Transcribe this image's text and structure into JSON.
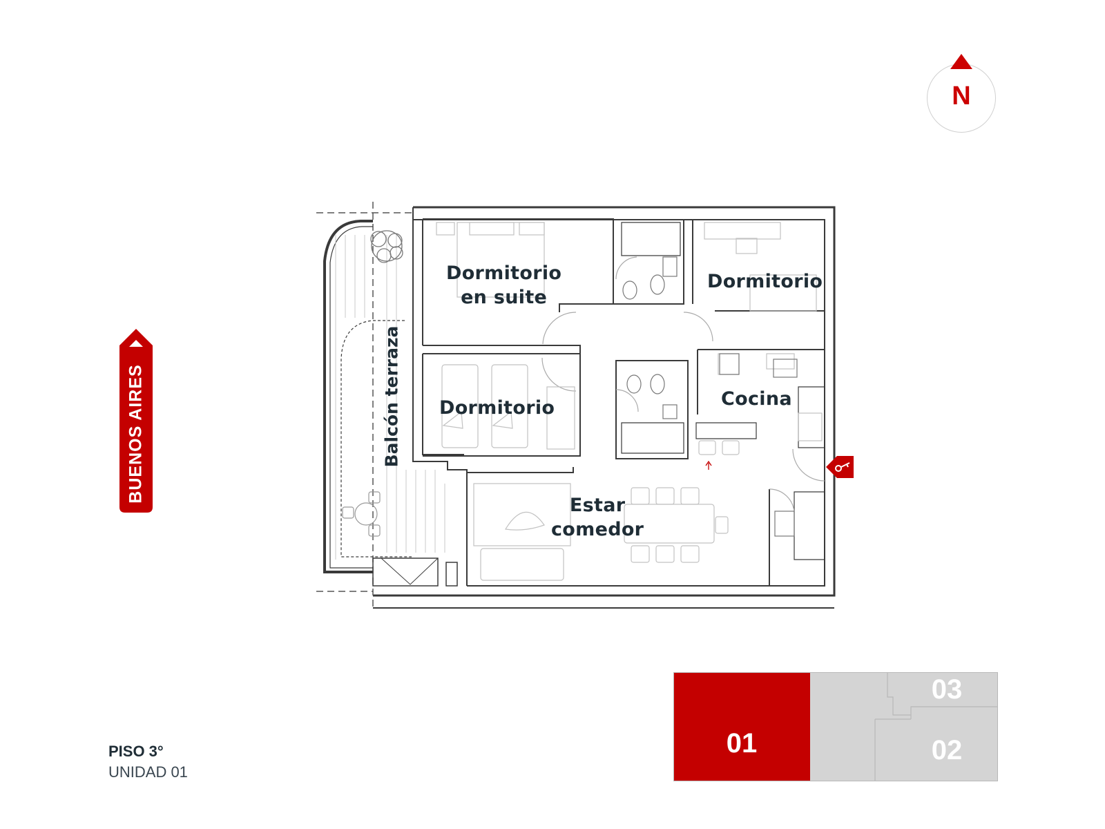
{
  "compass": {
    "letter": "N",
    "icon": "north-arrow-icon"
  },
  "street": {
    "label": "BUENOS AIRES",
    "icon": "street-tag-icon"
  },
  "rooms": {
    "suite_line1": "Dormitorio",
    "suite_line2": "en suite",
    "bedroom_ne": "Dormitorio",
    "bedroom_w": "Dormitorio",
    "kitchen": "Cocina",
    "living_line1": "Estar",
    "living_line2": "comedor",
    "balcony": "Balcón terraza"
  },
  "entrance": {
    "icon": "key-icon"
  },
  "footer": {
    "floor": "PISO 3°",
    "unit": "UNIDAD 01"
  },
  "keyplan": {
    "units": [
      {
        "number": "01",
        "active": true
      },
      {
        "number": "03",
        "active": false
      },
      {
        "number": "02",
        "active": false
      }
    ]
  },
  "colors": {
    "accent": "#c40000",
    "text": "#1f2d36",
    "inactive_unit": "#d4d4d4",
    "inactive_unit_text": "#ffffff"
  }
}
